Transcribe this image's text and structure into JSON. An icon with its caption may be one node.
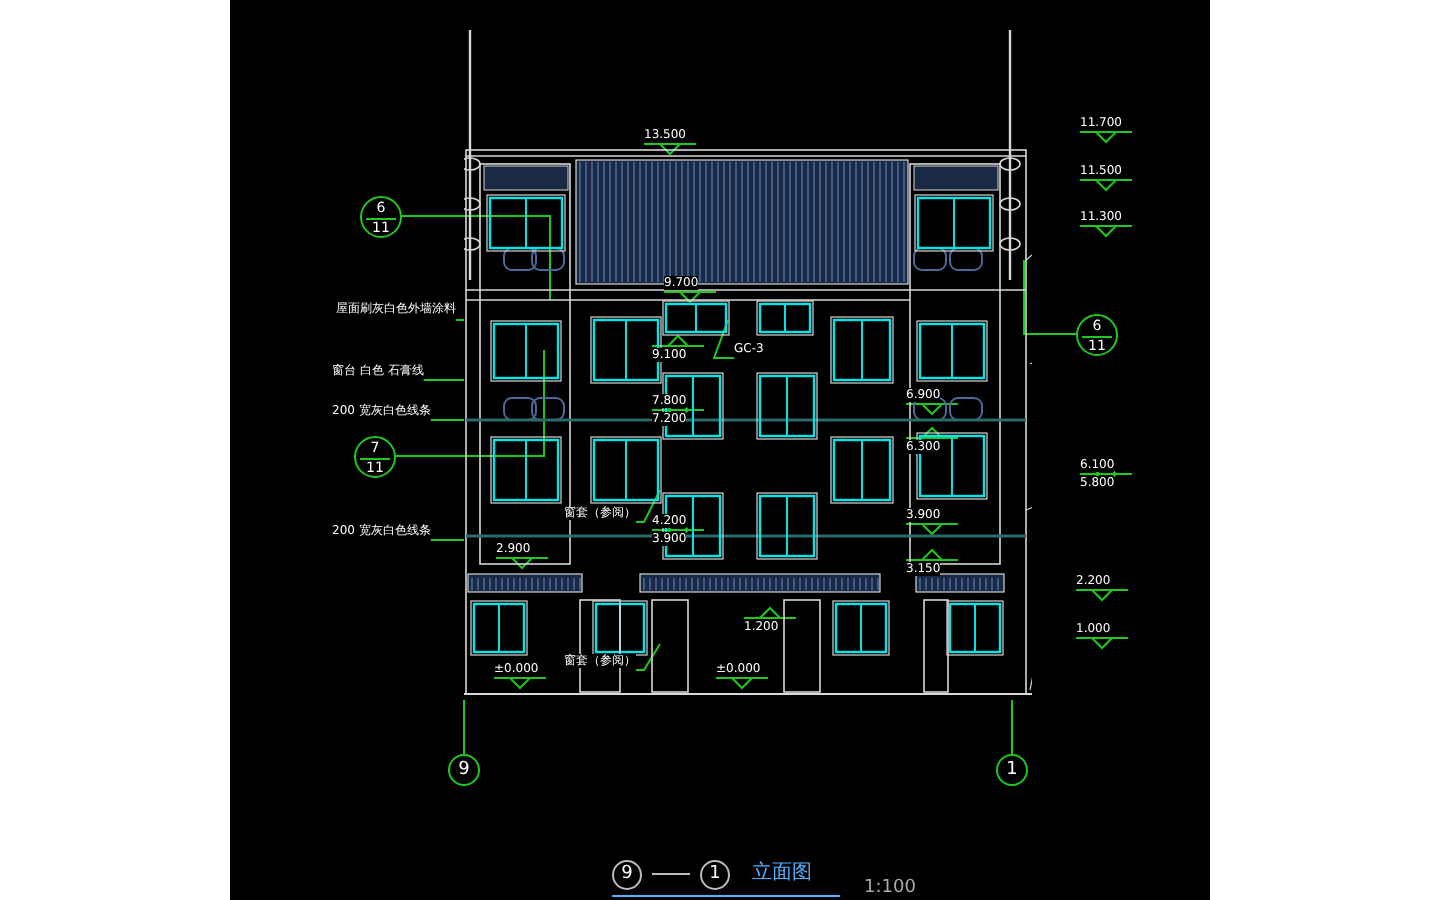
{
  "diagram": {
    "title": "立面图",
    "nodes": [
      {
        "text": [],
        "shape": "picture"
      },
      {
        "text": [
          "6",
          "11"
        ]
      },
      {
        "text": [
          "6",
          "11"
        ]
      },
      {
        "text": [
          "7",
          "11"
        ]
      },
      {
        "text": [
          "9"
        ]
      },
      {
        "text": [
          "1"
        ]
      },
      {
        "text": [
          "屋面刷灰白色外墙涂料"
        ]
      },
      {
        "text": [
          "窗台 白色 石膏线"
        ]
      },
      {
        "text": [
          "200 宽灰白色线条"
        ]
      },
      {
        "text": [
          "200 宽灰白色线条"
        ]
      },
      {
        "text": [
          "窗套（参阅）"
        ],
        "in": 0
      },
      {
        "text": [
          "窗套（参阅）"
        ],
        "in": 0
      },
      {
        "text": [
          "GC-3"
        ],
        "in": 0
      }
    ],
    "edges": [
      {
        "from": 1,
        "to": 0,
        "arrow": "none"
      },
      {
        "from": 2,
        "to": 0,
        "arrow": "none"
      },
      {
        "from": 3,
        "to": 0,
        "arrow": "none"
      },
      {
        "from": 4,
        "to": 0,
        "arrow": "none"
      },
      {
        "from": 5,
        "to": 0,
        "arrow": "none"
      },
      {
        "from": 6,
        "to": 0,
        "arrow": "none"
      },
      {
        "from": 7,
        "to": 0,
        "arrow": "none"
      },
      {
        "from": 8,
        "to": 0,
        "arrow": "none"
      },
      {
        "from": 9,
        "to": 0,
        "arrow": "none"
      },
      {
        "from": 10,
        "to": 0,
        "arrow": "none"
      },
      {
        "from": 11,
        "to": 0,
        "arrow": "none"
      },
      {
        "from": 12,
        "to": 0,
        "arrow": "none"
      }
    ],
    "labels": [
      "13.500",
      "11.700",
      "11.500",
      "11.300",
      "9.700",
      "9.100",
      "7.800",
      "7.200",
      "6.900",
      "6.300",
      "6.100",
      "5.800",
      "4.200",
      "3.900",
      "3.900",
      "3.150",
      "2.900",
      "1.200",
      "2.200",
      "1.000",
      "±0.000",
      "±0.000",
      "9",
      "1",
      "1:100"
    ]
  }
}
